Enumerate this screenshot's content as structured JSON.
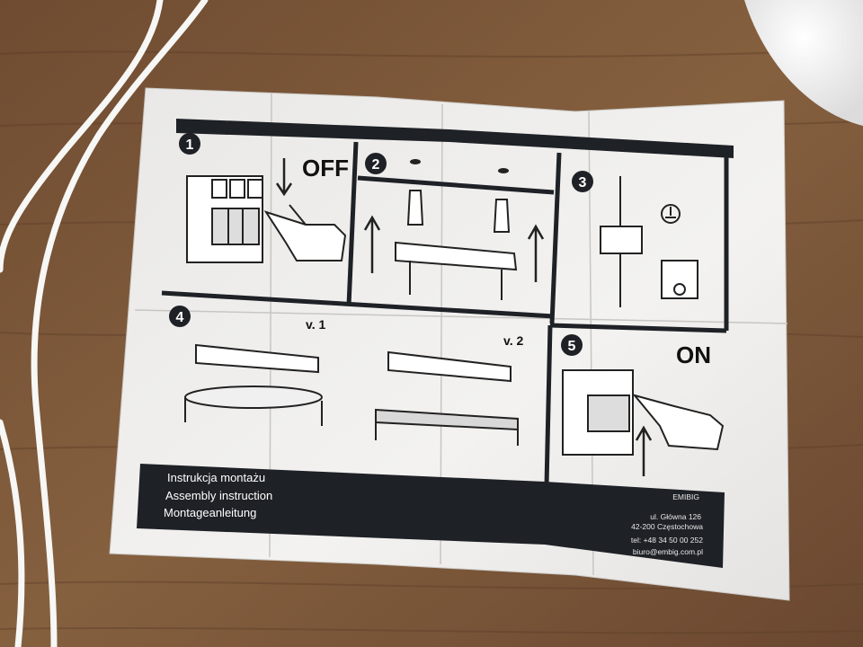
{
  "sheet": {
    "steps": [
      {
        "number": "1",
        "badge": "OFF"
      },
      {
        "number": "2"
      },
      {
        "number": "3"
      },
      {
        "number": "4",
        "variants": [
          "v. 1",
          "v. 2"
        ]
      },
      {
        "number": "5",
        "badge": "ON"
      }
    ],
    "title_lines": [
      "Instrukcja montażu",
      "Assembly instruction",
      "Montageanleitung"
    ],
    "company": {
      "name": "EMIBIG",
      "street": "ul. Główna 126",
      "city": "42-200 Częstochowa",
      "phone": "tel: +48 34 50 00 252",
      "email": "biuro@embig.com.pl"
    }
  },
  "colors": {
    "table_wood": "#7a5638",
    "paper": "#f1f0ee",
    "ink": "#1e2126",
    "cable": "#f7f7f5"
  },
  "objects": [
    "white-cable",
    "white-lamp-edge",
    "instruction-sheet"
  ]
}
